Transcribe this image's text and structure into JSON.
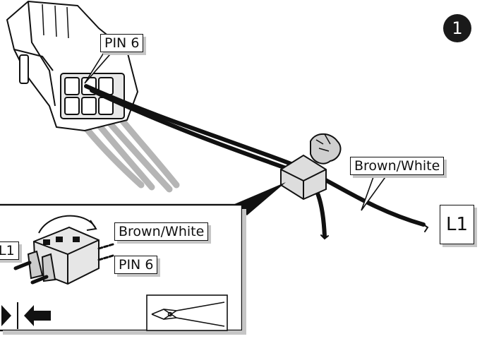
{
  "step_number": "1",
  "labels": {
    "pin6_top": "PIN 6",
    "brown_white_main": "Brown/White",
    "l1_main": "L1",
    "brown_white_detail": "Brown/White",
    "pin6_detail": "PIN 6",
    "l1_detail": "L1"
  },
  "icons": [
    "connector-housing-icon",
    "wire-nut-connector-icon",
    "pliers-icon",
    "push-arrows-icon",
    "rotate-arrow-icon"
  ]
}
